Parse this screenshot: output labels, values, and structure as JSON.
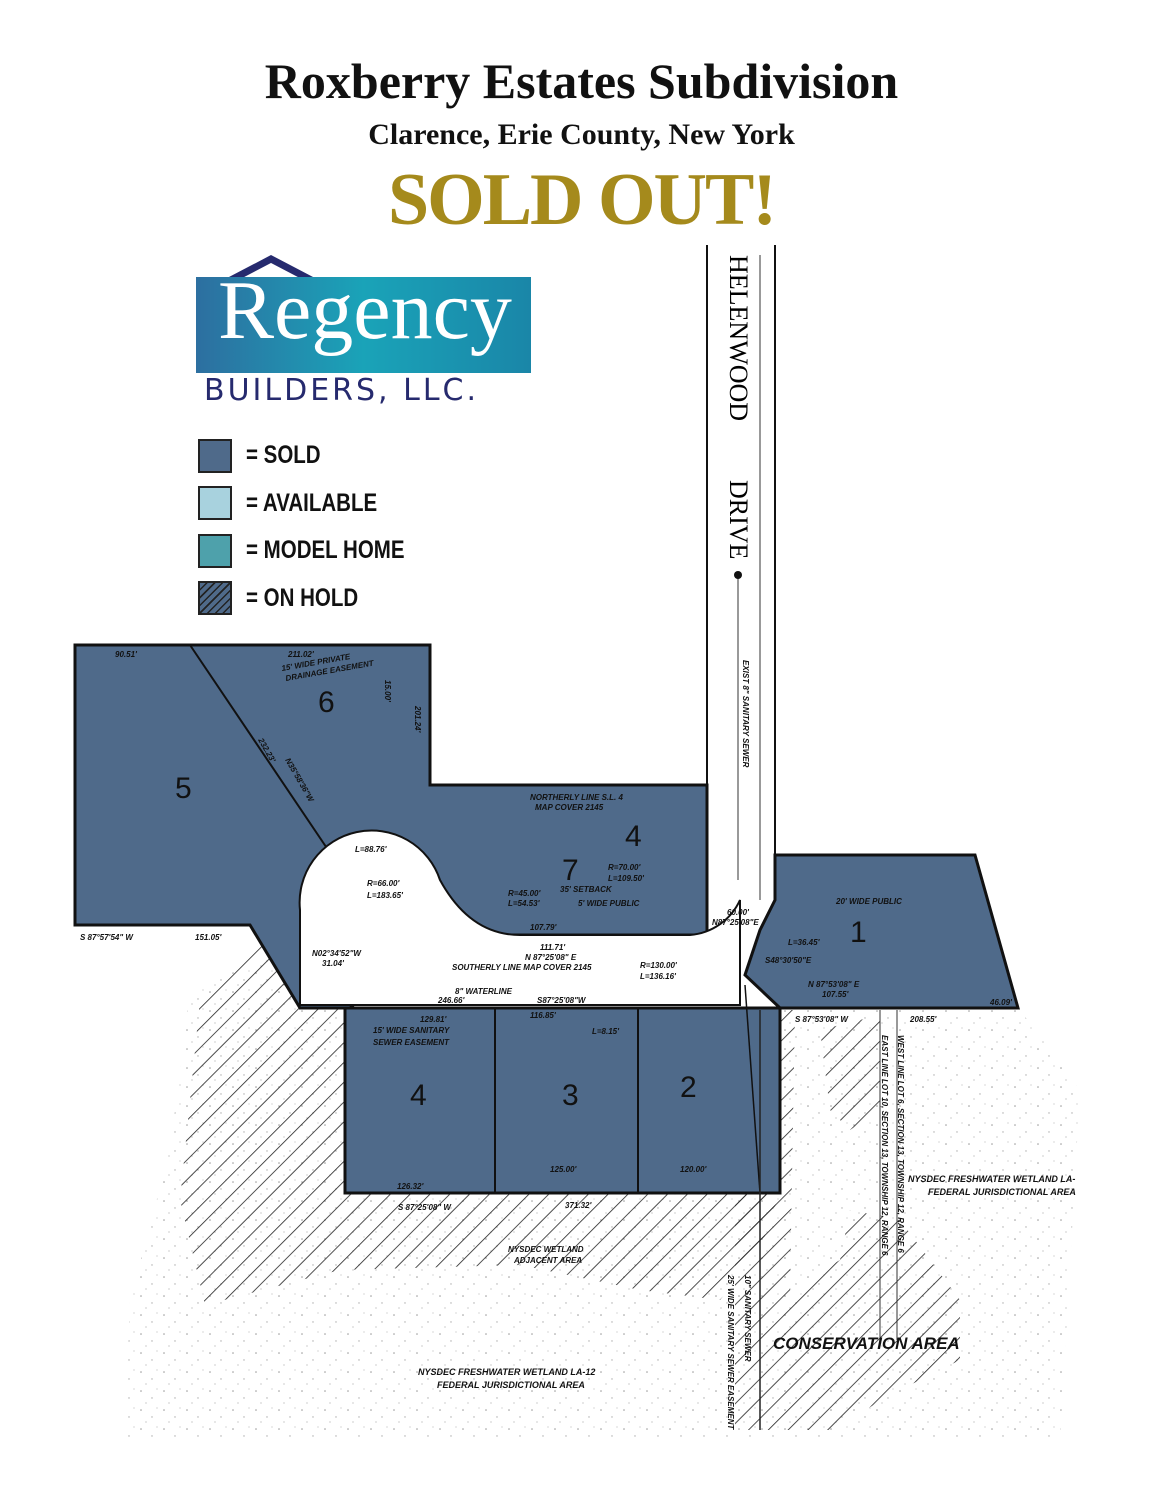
{
  "header": {
    "title": "Roxberry Estates Subdivision",
    "location": "Clarence, Erie County, New York",
    "status": "SOLD OUT!"
  },
  "logo": {
    "word": "Regency",
    "sub": "BUILDERS, LLC."
  },
  "legend": [
    {
      "label": "= SOLD",
      "color": "#4f6a8a",
      "pattern": "solid"
    },
    {
      "label": "= AVAILABLE",
      "color": "#a8d2de",
      "pattern": "solid"
    },
    {
      "label": "= MODEL HOME",
      "color": "#4ea1ab",
      "pattern": "solid"
    },
    {
      "label": "= ON HOLD",
      "color": "#4f6a8a",
      "pattern": "hatched"
    }
  ],
  "colors": {
    "sold": "#4f6a8a",
    "title_gold": "#a58a1c",
    "logo_navy": "#262a6e"
  },
  "map": {
    "street": [
      "HELENWOOD",
      "DRIVE"
    ],
    "lots": [
      {
        "number": "5",
        "status": "sold"
      },
      {
        "number": "6",
        "status": "sold"
      },
      {
        "number": "7",
        "status": "sold"
      },
      {
        "number": "4",
        "status": "sold",
        "section": "upper"
      },
      {
        "number": "1",
        "status": "sold"
      },
      {
        "number": "2",
        "status": "sold"
      },
      {
        "number": "3",
        "status": "sold"
      },
      {
        "number": "4",
        "status": "sold",
        "section": "lower"
      }
    ],
    "areas": {
      "conservation": "CONSERVATION AREA",
      "wetland_1": "NYSDEC FRESHWATER WETLAND LA-12",
      "wetland_1b": "FEDERAL JURISDICTIONAL AREA",
      "wetland_2": "NYSDEC FRESHWATER WETLAND LA-",
      "wetland_2b": "FEDERAL JURISDICTIONAL AREA",
      "adjacent": "NYSDEC WETLAND",
      "adjacent_b": "ADJACENT AREA"
    },
    "annotations": [
      "90.51'",
      "211.02'",
      "15' WIDE PRIVATE",
      "DRAINAGE EASEMENT",
      "201.24'",
      "15.00'",
      "N35°58'36\"W",
      "232.23'",
      "L=88.76'",
      "R=66.00'",
      "L=183.65'",
      "NORTHERLY LINE S.L. 4",
      "MAP COVER 2145",
      "R=70.00'",
      "L=109.50'",
      "R=45.00'",
      "L=54.53'",
      "35' SETBACK",
      "5' WIDE PUBLIC",
      "107.79'",
      "S 87°57'54\" W",
      "151.05'",
      "N02°34'52\"W",
      "31.04'",
      "111.71'",
      "N 87°25'08\" E",
      "SOUTHERLY LINE MAP COVER 2145",
      "R=130.00'",
      "L=136.16'",
      "8\" WATERLINE",
      "246.66'",
      "S87°25'08\"W",
      "129.81'",
      "116.85'",
      "L=8.15'",
      "15' WIDE SANITARY",
      "SEWER EASEMENT",
      "126.32'",
      "125.00'",
      "120.00'",
      "S 87°25'08\" W",
      "371.32'",
      "20' WIDE PUBLIC",
      "L=36.45'",
      "S48°30'50\"E",
      "N 87°53'08\" E",
      "107.55'",
      "S 87°53'08\" W",
      "208.55'",
      "46.09'",
      "60.00'",
      "N87°25'08\"E",
      "EXIST 8\" SANITARY SEWER",
      "EAST LINE LOT 10, SECTION 13, TOWNSHIP 12, RANGE 6",
      "WEST LINE LOT 6, SECTION 13, TOWNSHIP 12, RANGE 6",
      "10\" SANITARY SEWER",
      "25' WIDE SANITARY SEWER EASEMENT"
    ]
  }
}
